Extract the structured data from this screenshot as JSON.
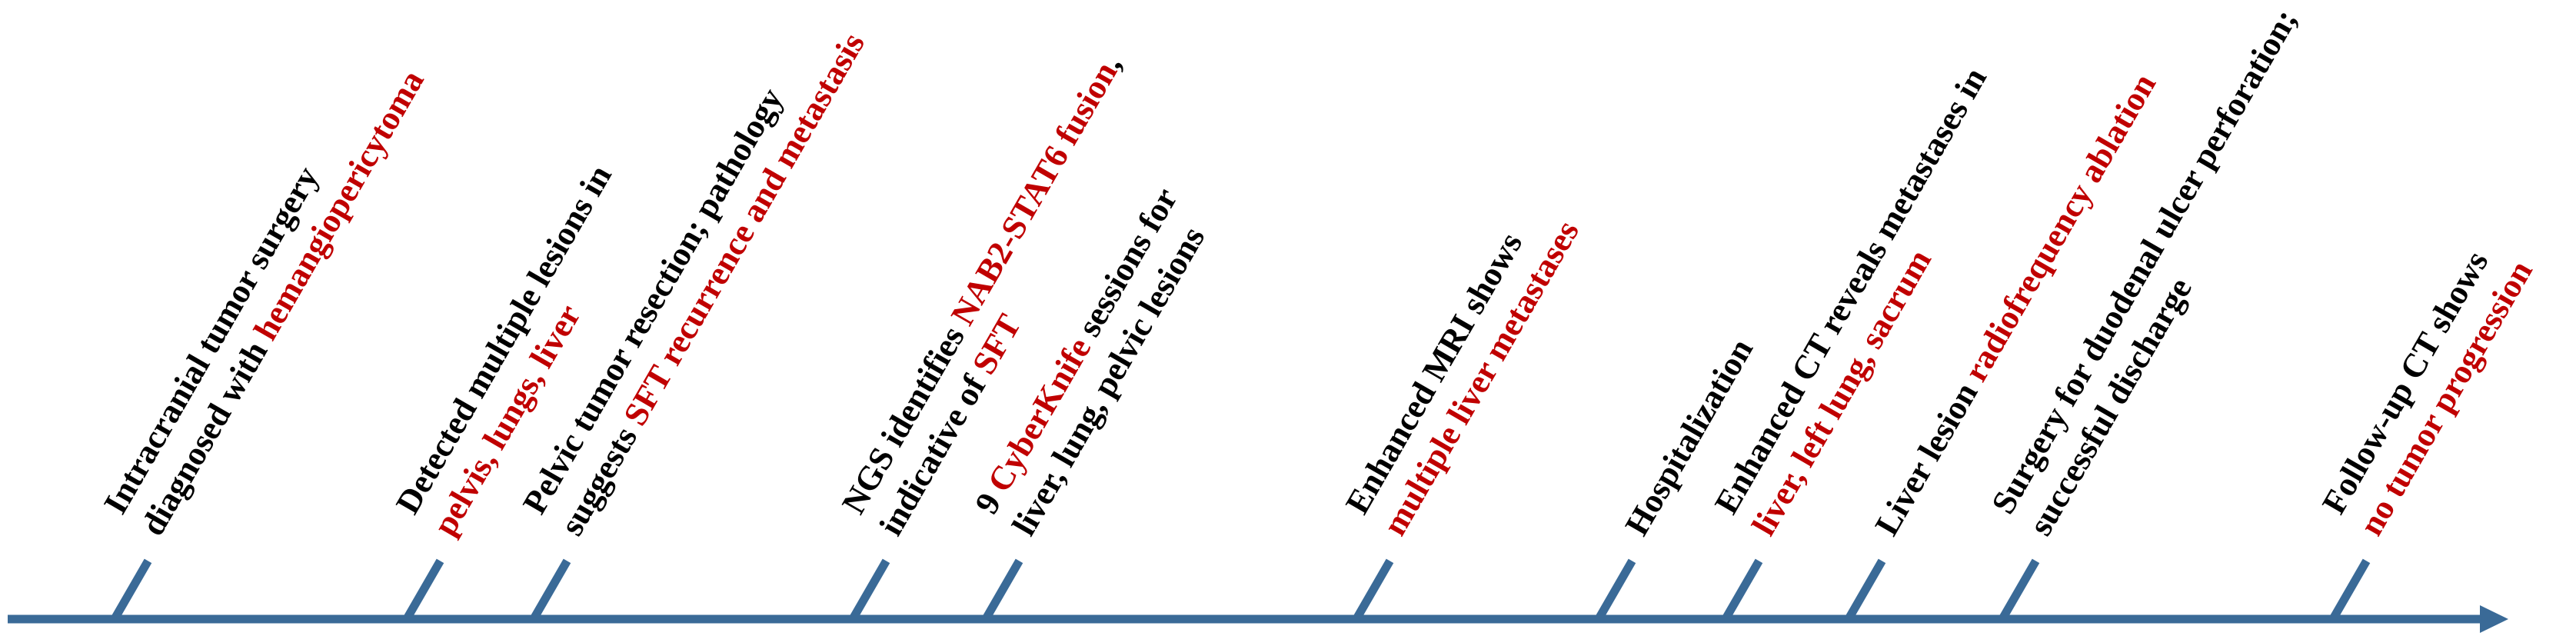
{
  "colors": {
    "axis": "#3a6a97",
    "text": "#000000",
    "highlight": "#c00000"
  },
  "events": [
    {
      "lines": [
        [
          {
            "t": "Intracranial tumor surgery"
          }
        ],
        [
          {
            "t": "diagnosed with "
          },
          {
            "t": "hemangiopericytoma",
            "hl": true
          }
        ]
      ]
    },
    {
      "lines": [
        [
          {
            "t": "Detected multiple lesions in"
          }
        ],
        [
          {
            "t": "pelvis, lungs, liver",
            "hl": true
          }
        ]
      ]
    },
    {
      "lines": [
        [
          {
            "t": "Pelvic tumor resection; pathology"
          }
        ],
        [
          {
            "t": "suggests "
          },
          {
            "t": "SFT recurrence and metastasis",
            "hl": true
          }
        ]
      ]
    },
    {
      "lines": [
        [
          {
            "t": "NGS identifies "
          },
          {
            "t": "NAB2-STAT6 fusion",
            "hl": true
          },
          {
            "t": ","
          }
        ],
        [
          {
            "t": "indicative of "
          },
          {
            "t": "SFT",
            "hl": true
          }
        ]
      ]
    },
    {
      "lines": [
        [
          {
            "t": "9 "
          },
          {
            "t": "CyberKnife",
            "hl": true
          },
          {
            "t": " sessions for"
          }
        ],
        [
          {
            "t": "liver, lung, pelvic lesions"
          }
        ]
      ]
    },
    {
      "lines": [
        [
          {
            "t": "Enhanced MRI shows"
          }
        ],
        [
          {
            "t": "multiple liver metastases",
            "hl": true
          }
        ]
      ]
    },
    {
      "lines": [
        [
          {
            "t": "Hospitalization"
          }
        ]
      ]
    },
    {
      "lines": [
        [
          {
            "t": "Enhanced CT reveals metastases in"
          }
        ],
        [
          {
            "t": "liver, left lung, sacrum",
            "hl": true
          }
        ]
      ]
    },
    {
      "lines": [
        [
          {
            "t": "Liver lesion "
          },
          {
            "t": "radiofrequency ablation",
            "hl": true
          }
        ]
      ]
    },
    {
      "lines": [
        [
          {
            "t": "Surgery for duodenal ulcer perforation;"
          }
        ],
        [
          {
            "t": "successful discharge"
          }
        ]
      ]
    },
    {
      "lines": [
        [
          {
            "t": "Follow-up CT shows"
          }
        ],
        [
          {
            "t": "no tumor progression",
            "hl": true
          }
        ]
      ]
    }
  ]
}
